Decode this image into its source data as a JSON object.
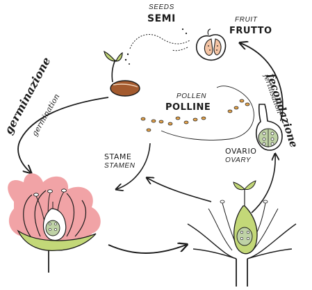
{
  "colors": {
    "ink": "#1a1a1a",
    "petal": "#f1a3a6",
    "leaf": "#c3d878",
    "seed_shell": "#f4c4a4",
    "bean": "#a35a2e",
    "pollen": "#e9a64c",
    "ovary_fill": "#bfd2a6"
  },
  "labels": {
    "seeds_en": "SEEDS",
    "seeds_it": "SEMI",
    "fruit_en": "FRUIT",
    "fruit_it": "FRUTTO",
    "fecondazione": "fecondazione",
    "fertilisation": "fertilisation",
    "germinazione": "germinazione",
    "germination": "germination",
    "pollen_en": "POLLEN",
    "pollen_it": "POLLINE",
    "stame": "STAME",
    "stamen": "STAMEN",
    "ovario": "OVARIO",
    "ovary": "OVARY"
  }
}
